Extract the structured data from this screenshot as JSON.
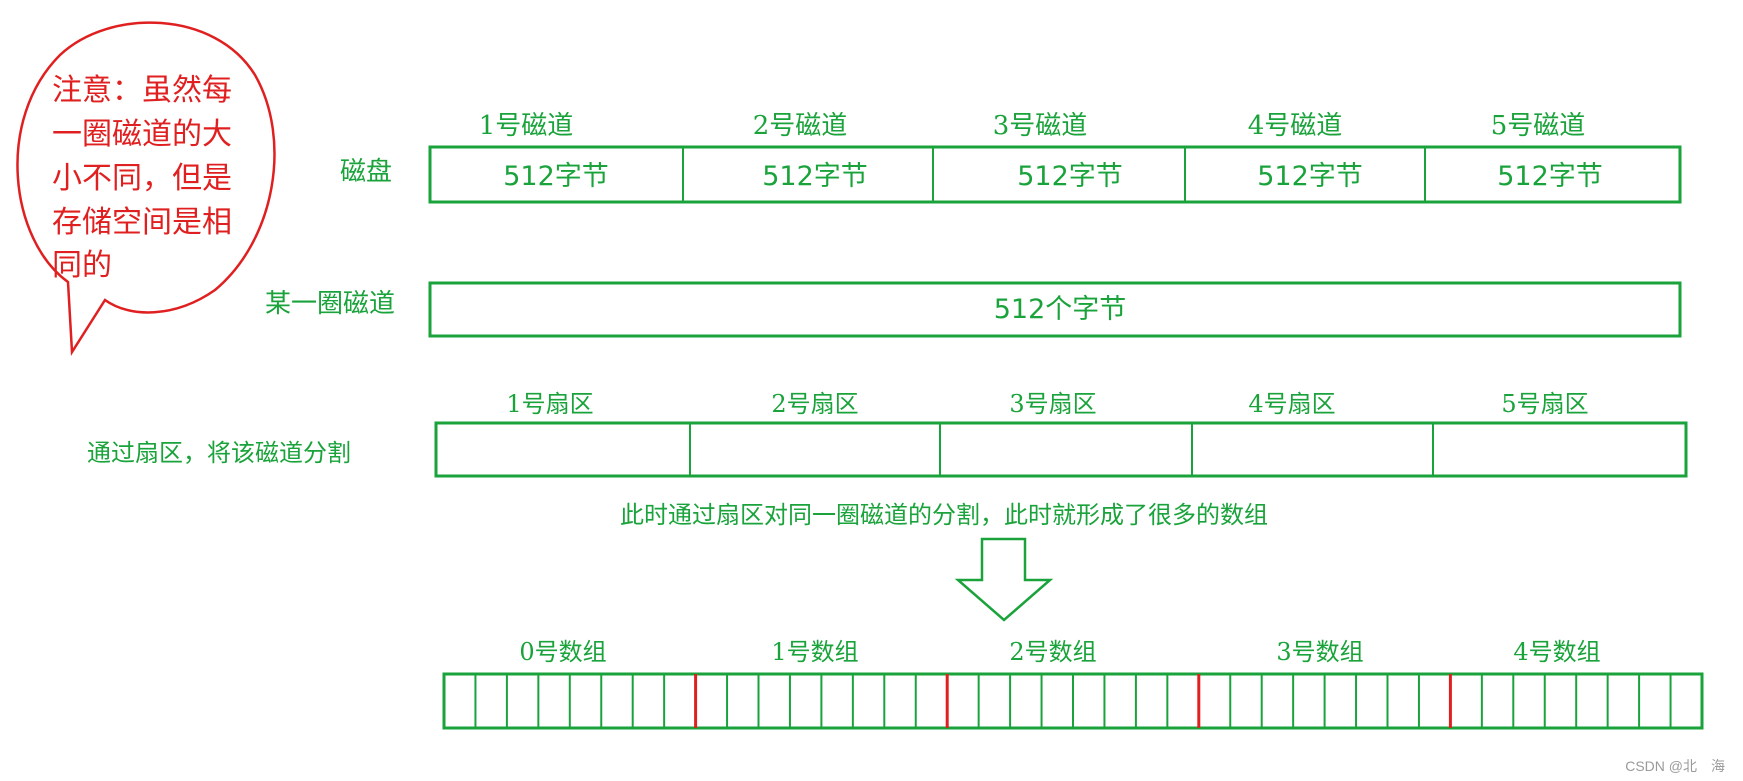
{
  "note": {
    "lines": [
      "注意：虽然每",
      "一圈磁道的大",
      "小不同，但是",
      "存储空间是相",
      "同的"
    ]
  },
  "disk": {
    "label": "磁盘",
    "tracks": [
      {
        "title": "1号磁道",
        "content": "512字节"
      },
      {
        "title": "2号磁道",
        "content": "512字节"
      },
      {
        "title": "3号磁道",
        "content": "512字节"
      },
      {
        "title": "4号磁道",
        "content": "512字节"
      },
      {
        "title": "5号磁道",
        "content": "512字节"
      }
    ]
  },
  "track": {
    "label": "某一圈磁道",
    "content": "512个字节"
  },
  "sectors": {
    "label": "通过扇区，将该磁道分割",
    "titles": [
      "1号扇区",
      "2号扇区",
      "3号扇区",
      "4号扇区",
      "5号扇区"
    ]
  },
  "caption": "此时通过扇区对同一圈磁道的分割，此时就形成了很多的数组",
  "arrays": {
    "titles": [
      "0号数组",
      "1号数组",
      "2号数组",
      "3号数组",
      "4号数组"
    ],
    "cells_per_group": 8
  },
  "watermark": "CSDN @北　海",
  "colors": {
    "primary": "#1aa33b",
    "note": "#e02020",
    "divider": "#e02020"
  }
}
